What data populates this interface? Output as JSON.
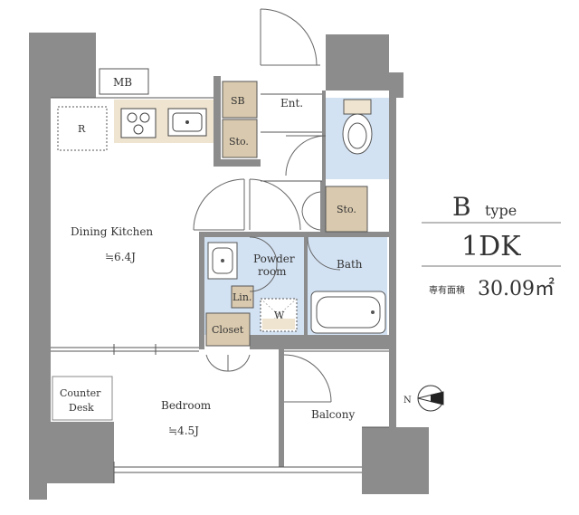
{
  "rooms": {
    "mb": "MB",
    "refrigerator": "R",
    "sb": "SB",
    "entrance": "Ent.",
    "storage_entry": "Sto.",
    "storage_bath": "Sto.",
    "dining_kitchen": "Dining Kitchen",
    "dining_kitchen_size": "≒6.4J",
    "powder_room_1": "Powder",
    "powder_room_2": "room",
    "washer": "W",
    "bath": "Bath",
    "linen": "Lin.",
    "closet": "Closet",
    "counter_desk_1": "Counter",
    "counter_desk_2": "Desk",
    "bedroom": "Bedroom",
    "bedroom_size": "≒4.5J",
    "balcony": "Balcony"
  },
  "unit": {
    "type_letter": "B",
    "type_word": "type",
    "layout": "1DK",
    "area_label": "専有面積",
    "area_value": "30.09㎡"
  },
  "compass": {
    "label": "N"
  },
  "colors": {
    "wall": "#8c8c8c",
    "wet_area": "#d3e2f3",
    "storage": "#d9c9ae",
    "counter": "#e9ddc8"
  }
}
